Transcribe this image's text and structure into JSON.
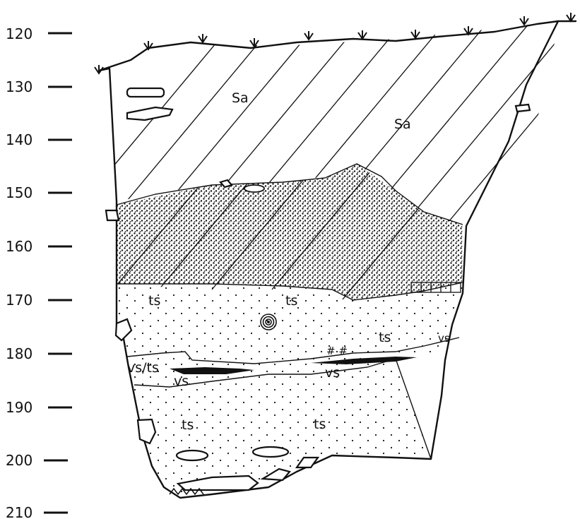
{
  "depth_scale": {
    "ticks": [
      "120",
      "130",
      "140",
      "150",
      "160",
      "170",
      "180",
      "190",
      "200",
      "210"
    ]
  },
  "layers": {
    "sa_top": "Sa",
    "sa_right": "Sa",
    "ts_1": "ts",
    "ts_2": "ts",
    "ts_3": "ts",
    "vs_ts": "vs/ts",
    "vs_1": "vs",
    "vs_2": "vs",
    "ts_4": "ts",
    "ts_5": "ts",
    "hash": "# #"
  },
  "colors": {
    "ink": "#111111",
    "paper": "#ffffff"
  }
}
